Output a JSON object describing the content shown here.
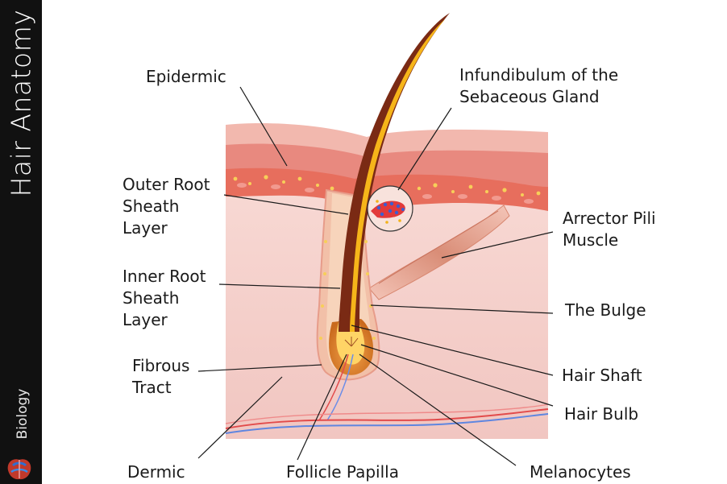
{
  "sidebar": {
    "title": "Hair Anatomy",
    "subtitle": "Biology"
  },
  "labels": {
    "epidermic": "Epidermic",
    "infundibulum": [
      "Infundibulum of the",
      "Sebaceous Gland"
    ],
    "outer_root": [
      "Outer Root",
      "Sheath",
      "Layer"
    ],
    "arrector": [
      "Arrector Pili",
      "Muscle"
    ],
    "inner_root": [
      "Inner Root",
      "Sheath",
      "Layer"
    ],
    "bulge": "The Bulge",
    "fibrous": [
      "Fibrous",
      "Tract"
    ],
    "hair_shaft": "Hair Shaft",
    "hair_bulb": "Hair Bulb",
    "dermic": "Dermic",
    "follicle_papilla": "Follicle Papilla",
    "melanocytes": "Melanocytes"
  },
  "colors": {
    "sidebar": "#111111",
    "skin_top": "#e5877d",
    "dermis": "#f6dad6",
    "hair": "#7a2a14",
    "hair_core": "#f6b51a"
  }
}
